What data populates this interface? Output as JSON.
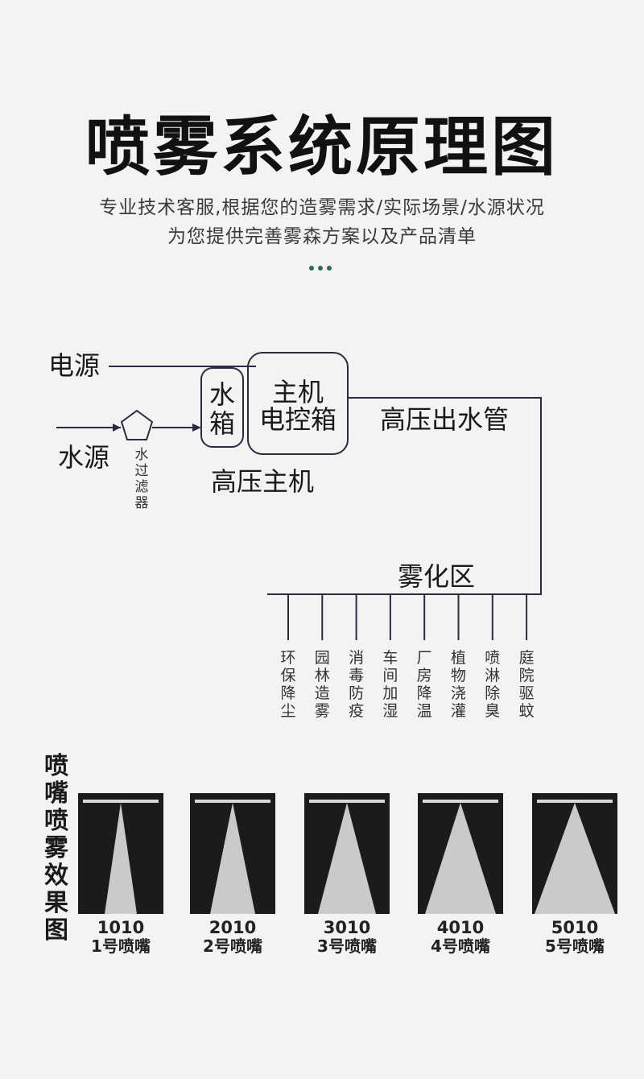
{
  "header": {
    "title": "喷雾系统原理图",
    "subtitle_line1": "专业技术客服,根据您的造雾需求/实际场景/水源状况",
    "subtitle_line2": "为您提供完善雾森方案以及产品清单"
  },
  "diagram": {
    "power_label": "电源",
    "water_source_label": "水源",
    "filter_label": "水过滤器",
    "tank_label": "水箱",
    "main_unit_line1": "主机",
    "main_unit_line2": "电控箱",
    "high_pressure_unit_label": "高压主机",
    "pipe_label": "高压出水管",
    "zone_label": "雾化区",
    "applications": [
      "环保降尘",
      "园林造雾",
      "消毒防疫",
      "车间加湿",
      "厂房降温",
      "植物浇灌",
      "喷淋除臭",
      "庭院驱蚊"
    ]
  },
  "effects": {
    "title": "喷嘴喷雾效果图",
    "nozzles": [
      {
        "code": "1010",
        "name": "1号喷嘴",
        "spread": 0.25
      },
      {
        "code": "2010",
        "name": "2号喷嘴",
        "spread": 0.45
      },
      {
        "code": "3010",
        "name": "3号喷嘴",
        "spread": 0.65
      },
      {
        "code": "4010",
        "name": "4号喷嘴",
        "spread": 0.85
      },
      {
        "code": "5010",
        "name": "5号喷嘴",
        "spread": 1.0
      }
    ]
  },
  "colors": {
    "accent_dots": "#2e6b4f",
    "line": "#2a2a40"
  }
}
